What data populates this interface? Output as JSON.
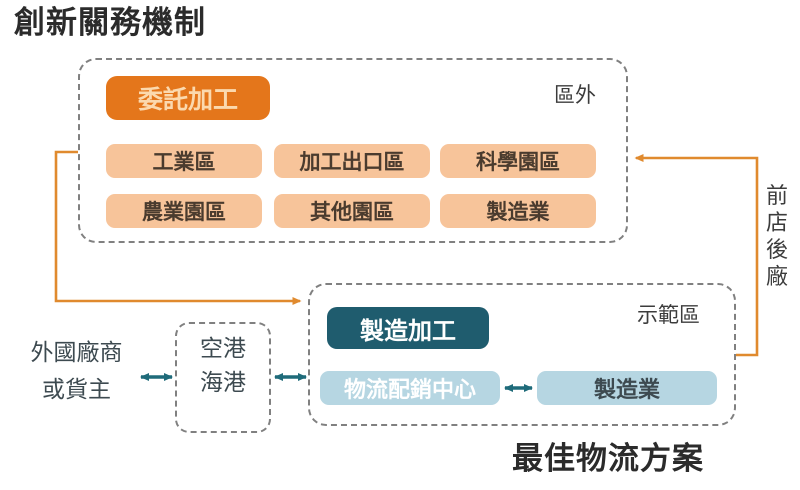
{
  "titles": {
    "top": "創新關務機制",
    "bottom": "最佳物流方案"
  },
  "zones": {
    "outside": {
      "label": "區外"
    },
    "demo": {
      "label": "示範區"
    },
    "port": {
      "line1": "空港",
      "line2": "海港"
    }
  },
  "outside_boxes": {
    "entrust": "委託加工",
    "industrial_park": "工業區",
    "export_processing_zone": "加工出口區",
    "science_park": "科學園區",
    "agri_park": "農業園區",
    "other_park": "其他園區",
    "manufacturing": "製造業"
  },
  "demo_boxes": {
    "making": "製造加工",
    "logistics_center": "物流配銷中心",
    "manufacturing": "製造業"
  },
  "external": {
    "foreign_line1": "外國廠商",
    "foreign_line2": "或貨主"
  },
  "vertical_label": {
    "c1": "前",
    "c2": "店",
    "c3": "後",
    "c4": "廠"
  },
  "colors": {
    "orange_strong": "#e4761b",
    "orange_light": "#f7c49a",
    "orange_line": "#e08a2e",
    "teal_dark": "#1f5c6e",
    "blue_light": "#b6d6e2",
    "teal_arrow": "#1f6b7a",
    "dash_gray": "#808080",
    "text_dark": "#2b2b2b"
  }
}
